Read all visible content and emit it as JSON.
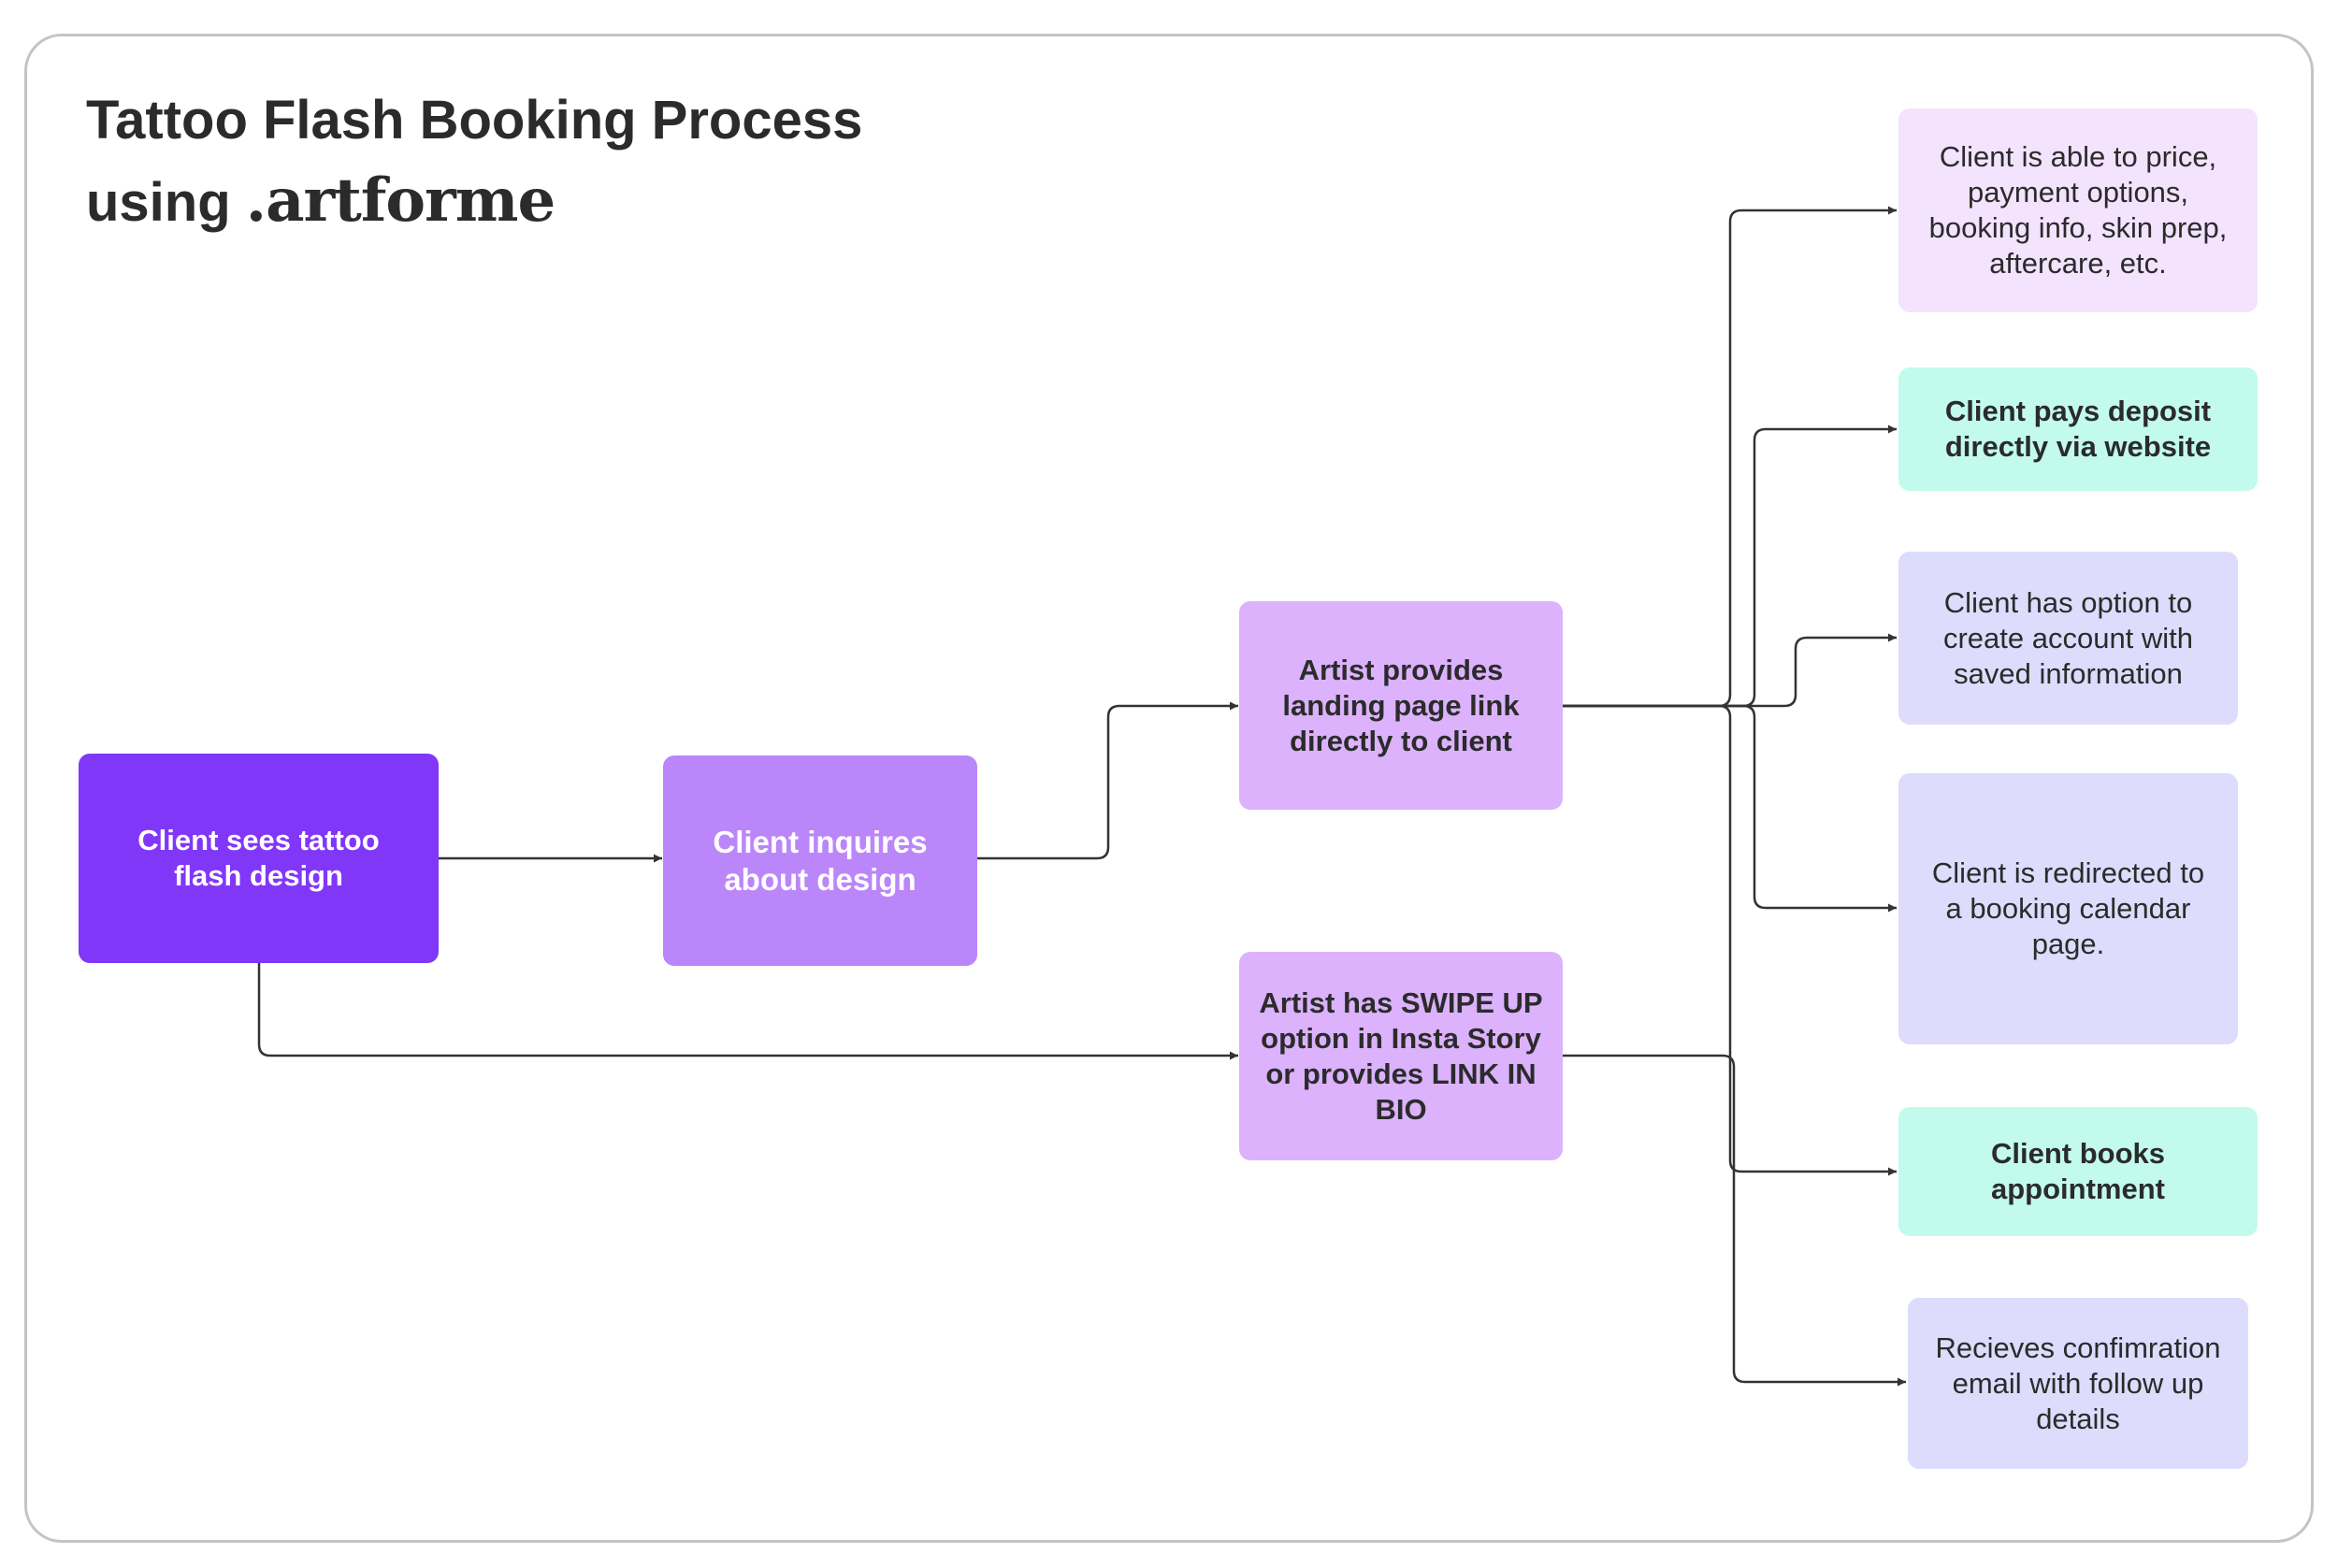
{
  "title": {
    "line1": "Tattoo Flash Booking Process",
    "line2_prefix": "using ",
    "line2_brand": ".artforme"
  },
  "nodes": {
    "sees_design": "Client sees tattoo flash design",
    "inquires": "Client inquires about design",
    "landing_link": "Artist provides landing page link directly to client",
    "swipe_up": "Artist has SWIPE UP option in Insta Story or provides LINK IN BIO",
    "price_info": "Client is able to price, payment options, booking info, skin prep, aftercare, etc.",
    "pays_deposit": "Client pays deposit directly via website",
    "create_account": "Client has option to create account with saved information",
    "redirected_calendar": "Client is redirected to a booking calendar page.",
    "books_appointment": "Client books appointment",
    "confirmation_email": "Recieves confimration email with follow up details"
  },
  "colors": {
    "dark_purple": "#8137f8",
    "mid_purple": "#bb86fa",
    "light_purple": "#dcb2fc",
    "pale_lilac": "#f3e3fd",
    "periwinkle": "#dedcfc",
    "mint": "#c2fbed",
    "connector": "#333333",
    "frame_border": "#c4c4c4"
  }
}
